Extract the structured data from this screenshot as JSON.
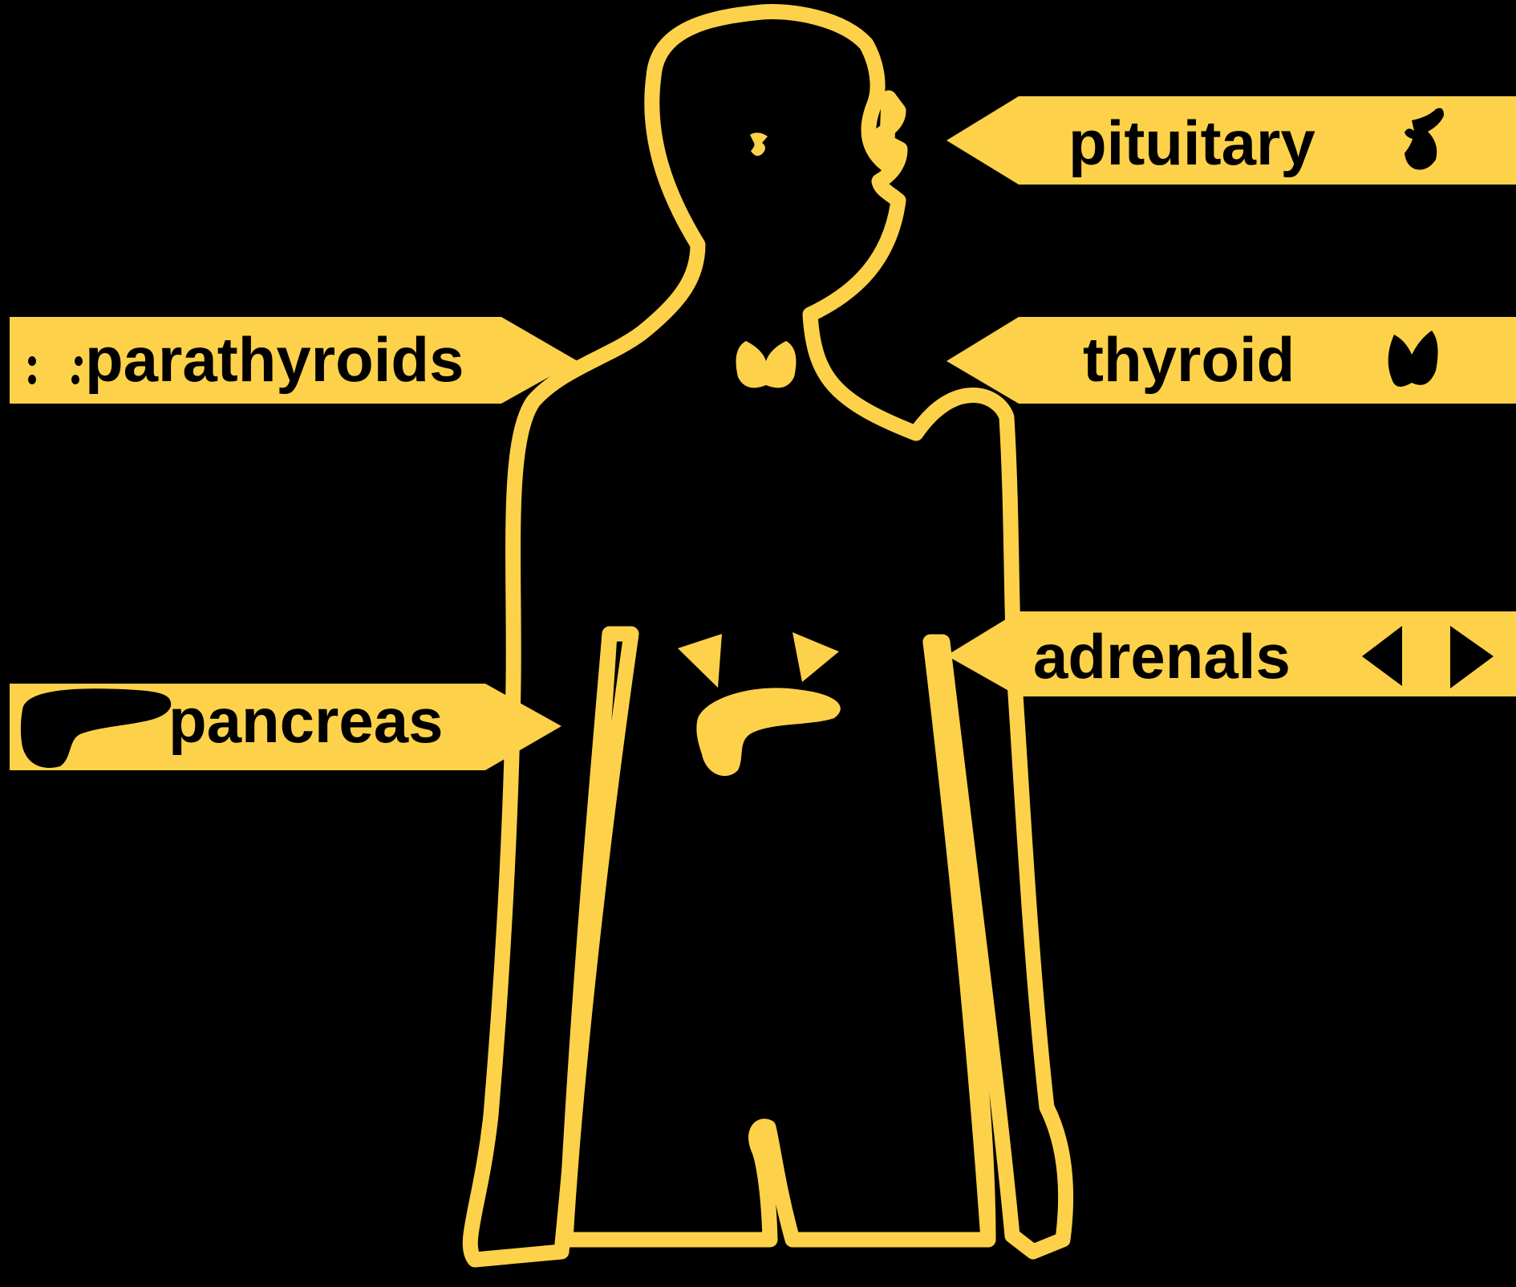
{
  "colors": {
    "background": "#000000",
    "accent": "#fdd24a",
    "text": "#000000"
  },
  "labels": {
    "pituitary": "pituitary",
    "parathyroids": "parathyroids",
    "thyroid": "thyroid",
    "adrenals": "adrenals",
    "pancreas": "pancreas"
  },
  "icons": {
    "pituitary": "pituitary-icon",
    "parathyroids": "parathyroids-icon",
    "thyroid": "thyroid-icon",
    "adrenals": "adrenals-icon",
    "pancreas": "pancreas-icon"
  }
}
